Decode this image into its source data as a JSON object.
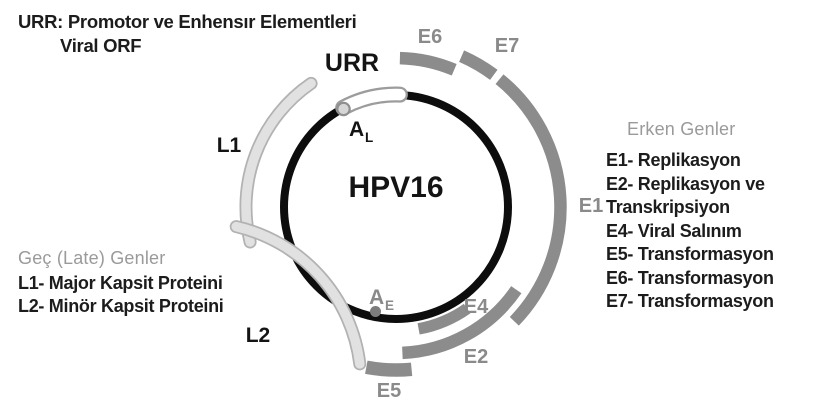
{
  "legend_top": {
    "line1": "URR: Promotor ve Enhensır Elementleri",
    "line2": "Viral ORF"
  },
  "diagram": {
    "center_label": "HPV16",
    "urr_label": "URR",
    "poly_a_late": {
      "main": "A",
      "sub": "L"
    },
    "poly_a_early": {
      "main": "A",
      "sub": "E"
    },
    "arc_labels": {
      "e6": "E6",
      "e7": "E7",
      "e1": "E1",
      "e2": "E2",
      "e4": "E4",
      "e5": "E5",
      "l1": "L1",
      "l2": "L2"
    }
  },
  "early_genes": {
    "heading": "Erken Genler",
    "items": [
      "E1- Replikasyon",
      "E2- Replikasyon ve",
      "Transkripsiyon",
      "E4- Viral Salınım",
      "E5- Transformasyon",
      "E6- Transformasyon",
      "E7- Transformasyon"
    ]
  },
  "late_genes": {
    "heading": "Geç (Late) Genler",
    "items": [
      "L1- Major Kapsit Proteini",
      "L2- Minör Kapsit Proteini"
    ]
  },
  "colors": {
    "early_arc": "#8c8c8c",
    "late_arc_fill": "#e1e1e1",
    "late_arc_edge": "#b2b2b2",
    "urr_arc_fill": "#ffffff",
    "urr_arc_edge": "#9c9c9c",
    "genome_circle": "#0d0d0d",
    "muted_text": "#9a9a9a",
    "dark_text": "#1c1c1c"
  }
}
